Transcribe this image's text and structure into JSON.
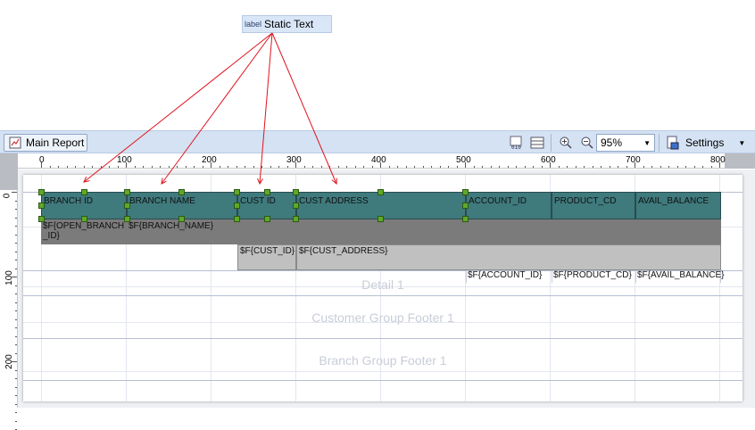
{
  "callout": {
    "icon": "label",
    "text": "Static Text"
  },
  "toolbar": {
    "main_report_label": "Main Report",
    "zoom_value": "95%",
    "settings_label": "Settings"
  },
  "ruler": {
    "h_ticks": [
      "0",
      "100",
      "200",
      "300",
      "400",
      "500",
      "600",
      "700",
      "800"
    ],
    "v_ticks": [
      "0",
      "100",
      "200"
    ]
  },
  "bands": {
    "detail": "Detail 1",
    "customer_footer": "Customer Group Footer 1",
    "branch_footer": "Branch Group Footer 1"
  },
  "headers": [
    "BRANCH ID",
    "BRANCH NAME",
    "CUST ID",
    "CUST ADDRESS",
    "ACCOUNT_ID",
    "PRODUCT_CD",
    "AVAIL_BALANCE"
  ],
  "fields_branch": [
    "$F{OPEN_BRANCH_ID}",
    "$F{BRANCH_NAME}"
  ],
  "fields_customer": [
    "$F{CUST_ID}",
    "$F{CUST_ADDRESS}"
  ],
  "fields_account": [
    "$F{ACCOUNT_ID}",
    "$F{PRODUCT_CD}",
    "$F{AVAIL_BALANCE}"
  ],
  "colors": {
    "header_bg": "#3f7a7d",
    "toolbar_bg": "#d5e2f3",
    "handle": "#5fa82a",
    "arrow": "#e0141e"
  }
}
